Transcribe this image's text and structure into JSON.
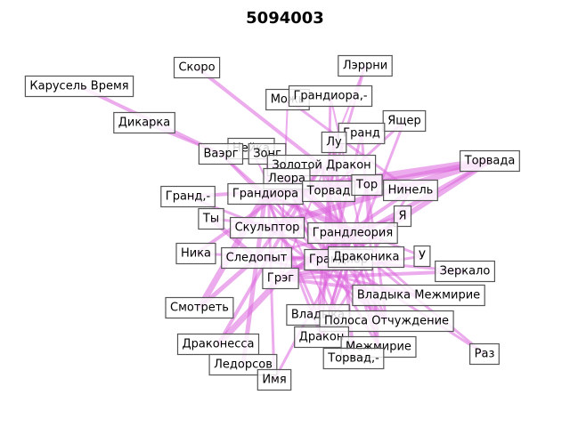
{
  "title": "5094003",
  "style": {
    "edge_color": "#dd66dd",
    "box_border": "#555555",
    "background": "#ffffff"
  },
  "nodes": [
    {
      "id": "karusel",
      "label": "Карусель Время"
    },
    {
      "id": "skoro",
      "label": "Скоро"
    },
    {
      "id": "lerrni",
      "label": "Лэррни"
    },
    {
      "id": "mozh",
      "label": "Можь"
    },
    {
      "id": "grandiora_",
      "label": "Грандиора,-"
    },
    {
      "id": "dikarka",
      "label": "Дикарка"
    },
    {
      "id": "yashcher",
      "label": "Ящер"
    },
    {
      "id": "grand",
      "label": "Гранд"
    },
    {
      "id": "lu",
      "label": "Лу"
    },
    {
      "id": "neika",
      "label": "Нейка"
    },
    {
      "id": "vaerg",
      "label": "Ваэрг"
    },
    {
      "id": "zong",
      "label": "Зонг"
    },
    {
      "id": "torvada",
      "label": "Торвада"
    },
    {
      "id": "zolotoy",
      "label": "Золотой Дракон"
    },
    {
      "id": "leora",
      "label": "Леора"
    },
    {
      "id": "grand_",
      "label": "Гранд,-"
    },
    {
      "id": "grandiora",
      "label": "Грандиора"
    },
    {
      "id": "torvad",
      "label": "Торвад"
    },
    {
      "id": "tor",
      "label": "Тор"
    },
    {
      "id": "ninel",
      "label": "Нинель"
    },
    {
      "id": "ty",
      "label": "Ты"
    },
    {
      "id": "ya",
      "label": "Я"
    },
    {
      "id": "skulptor",
      "label": "Скульптор"
    },
    {
      "id": "grandleoriya",
      "label": "Грандлеория"
    },
    {
      "id": "nika",
      "label": "Ника"
    },
    {
      "id": "sledopyt",
      "label": "Следопыт"
    },
    {
      "id": "grandior",
      "label": "Грандиор"
    },
    {
      "id": "drakonika",
      "label": "Драконика"
    },
    {
      "id": "u",
      "label": "У"
    },
    {
      "id": "zerkalo",
      "label": "Зеркало"
    },
    {
      "id": "greg",
      "label": "Грэг"
    },
    {
      "id": "vladyka_m",
      "label": "Владыка Межмирие"
    },
    {
      "id": "smotret",
      "label": "Смотреть"
    },
    {
      "id": "vladyka",
      "label": "Владыка"
    },
    {
      "id": "polosa",
      "label": "Полоса Отчуждение"
    },
    {
      "id": "drakon",
      "label": "Дракон"
    },
    {
      "id": "drakonessa",
      "label": "Драконесса"
    },
    {
      "id": "mezhmirie",
      "label": "Межмирие"
    },
    {
      "id": "raz",
      "label": "Раз"
    },
    {
      "id": "torvad_",
      "label": "Торвад,-"
    },
    {
      "id": "ledorsov",
      "label": "Ледорсов"
    },
    {
      "id": "imya",
      "label": "Имя"
    }
  ],
  "edges": [
    {
      "s": "karusel",
      "t": "vaerg",
      "w": 4
    },
    {
      "s": "skoro",
      "t": "zolotoy",
      "w": 4
    },
    {
      "s": "dikarka",
      "t": "vaerg",
      "w": 3
    },
    {
      "s": "torvada",
      "t": "grandiora",
      "w": 9
    },
    {
      "s": "torvada",
      "t": "skulptor",
      "w": 7
    },
    {
      "s": "torvada",
      "t": "grandior",
      "w": 6
    },
    {
      "s": "torvada",
      "t": "tor",
      "w": 6
    },
    {
      "s": "torvada",
      "t": "greg",
      "w": 5
    },
    {
      "s": "smotret",
      "t": "grandiora",
      "w": 7
    },
    {
      "s": "smotret",
      "t": "sledopyt",
      "w": 5
    },
    {
      "s": "drakonessa",
      "t": "greg",
      "w": 7
    },
    {
      "s": "drakonessa",
      "t": "zolotoy",
      "w": 4
    },
    {
      "s": "ledorsov",
      "t": "grandiora",
      "w": 5
    },
    {
      "s": "nika",
      "t": "zolotoy",
      "w": 4
    },
    {
      "s": "nika",
      "t": "grandior",
      "w": 3
    },
    {
      "s": "grand_",
      "t": "tor",
      "w": 4
    },
    {
      "s": "grand_",
      "t": "skulptor",
      "w": 3
    },
    {
      "s": "ty",
      "t": "sledopyt",
      "w": 5
    },
    {
      "s": "ty",
      "t": "grandleoriya",
      "w": 3
    },
    {
      "s": "greg",
      "t": "grandleoriya",
      "w": 5
    },
    {
      "s": "greg",
      "t": "drakonika",
      "w": 4
    },
    {
      "s": "greg",
      "t": "ninel",
      "w": 4
    },
    {
      "s": "greg",
      "t": "zerkalo",
      "w": 4
    },
    {
      "s": "greg",
      "t": "u",
      "w": 3
    },
    {
      "s": "greg",
      "t": "vladyka_m",
      "w": 4
    },
    {
      "s": "sledopyt",
      "t": "grandior",
      "w": 5
    },
    {
      "s": "sledopyt",
      "t": "zolotoy",
      "w": 4
    },
    {
      "s": "sledopyt",
      "t": "ya",
      "w": 3
    },
    {
      "s": "sledopyt",
      "t": "drakonika",
      "w": 4
    },
    {
      "s": "skulptor",
      "t": "grandior",
      "w": 4
    },
    {
      "s": "skulptor",
      "t": "polosa",
      "w": 3
    },
    {
      "s": "grandiora",
      "t": "grandleoriya",
      "w": 4
    },
    {
      "s": "grandiora",
      "t": "vladyka",
      "w": 3
    },
    {
      "s": "grandiora",
      "t": "drakon",
      "w": 3
    },
    {
      "s": "zong",
      "t": "grandleoriya",
      "w": 3
    },
    {
      "s": "zong",
      "t": "polosa",
      "w": 3
    },
    {
      "s": "zong",
      "t": "mezhmirie",
      "w": 3
    },
    {
      "s": "vaerg",
      "t": "grandior",
      "w": 3
    },
    {
      "s": "vaerg",
      "t": "polosa",
      "w": 3
    },
    {
      "s": "lu",
      "t": "torvad_",
      "w": 4
    },
    {
      "s": "lu",
      "t": "drakon",
      "w": 3
    },
    {
      "s": "grand",
      "t": "vladyka",
      "w": 3
    },
    {
      "s": "grand",
      "t": "mezhmirie",
      "w": 3
    },
    {
      "s": "yashcher",
      "t": "torvad",
      "w": 3
    },
    {
      "s": "yashcher",
      "t": "drakon",
      "w": 3
    },
    {
      "s": "lerrni",
      "t": "torvad",
      "w": 3
    },
    {
      "s": "lerrni",
      "t": "greg",
      "w": 2
    },
    {
      "s": "grandiora_",
      "t": "torvad",
      "w": 3
    },
    {
      "s": "grandiora_",
      "t": "drakonika",
      "w": 2
    },
    {
      "s": "mozh",
      "t": "ninel",
      "w": 3
    },
    {
      "s": "mozh",
      "t": "greg",
      "w": 2
    },
    {
      "s": "leora",
      "t": "vladyka_m",
      "w": 3
    },
    {
      "s": "leora",
      "t": "torvad_",
      "w": 3
    },
    {
      "s": "torvad",
      "t": "mezhmirie",
      "w": 3
    },
    {
      "s": "torvad",
      "t": "vladyka",
      "w": 3
    },
    {
      "s": "ninel",
      "t": "drakon",
      "w": 3
    },
    {
      "s": "grandior",
      "t": "raz",
      "w": 3
    },
    {
      "s": "drakonika",
      "t": "raz",
      "w": 3
    },
    {
      "s": "grandleoriya",
      "t": "mezhmirie",
      "w": 3
    },
    {
      "s": "grandleoriya",
      "t": "drakon",
      "w": 3
    },
    {
      "s": "imya",
      "t": "zong",
      "w": 3
    },
    {
      "s": "imya",
      "t": "grandleoriya",
      "w": 3
    },
    {
      "s": "neika",
      "t": "grandleoriya",
      "w": 3
    },
    {
      "s": "neika",
      "t": "torvad_",
      "w": 2
    },
    {
      "s": "zolotoy",
      "t": "grandior",
      "w": 3
    },
    {
      "s": "zolotoy",
      "t": "polosa",
      "w": 3
    },
    {
      "s": "tor",
      "t": "polosa",
      "w": 3
    },
    {
      "s": "tor",
      "t": "drakon",
      "w": 3
    },
    {
      "s": "u",
      "t": "grandiora",
      "w": 3
    },
    {
      "s": "zerkalo",
      "t": "grandior",
      "w": 3
    },
    {
      "s": "vladyka_m",
      "t": "sledopyt",
      "w": 3
    }
  ]
}
